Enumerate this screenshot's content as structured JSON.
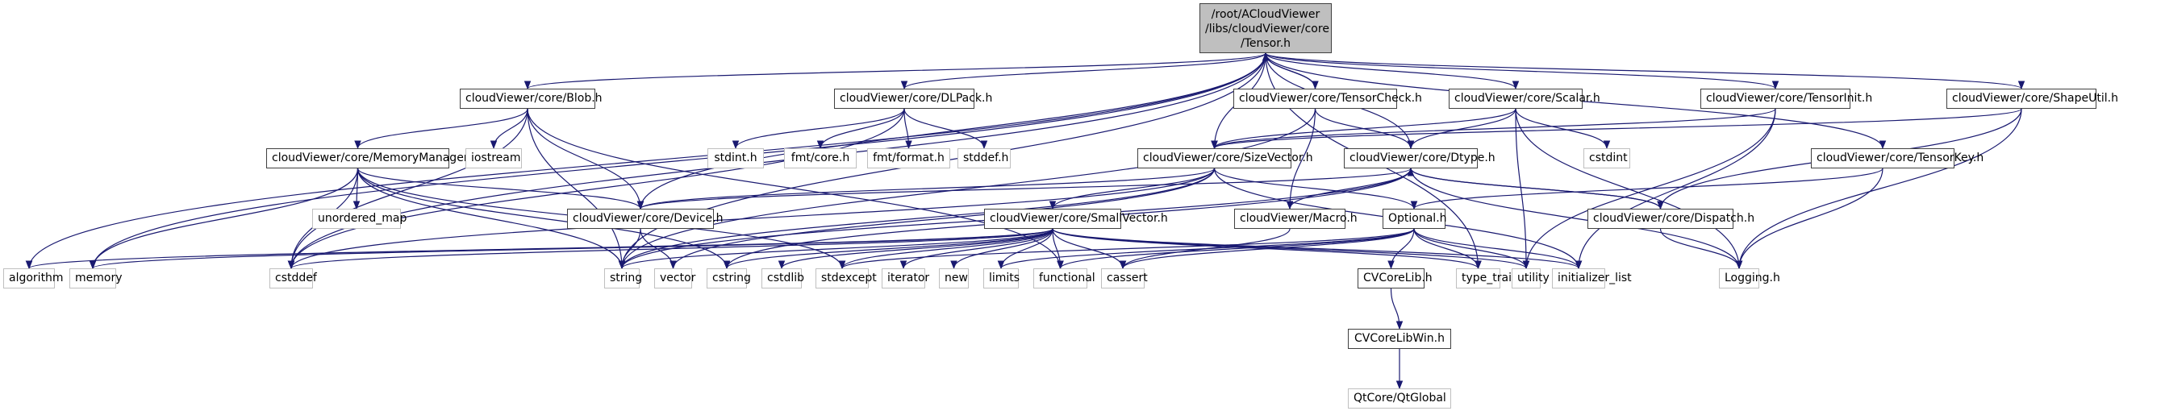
{
  "graph": {
    "type": "include-dependency-graph",
    "edge_color": "#191970",
    "root_fill": "#bfbfbf",
    "internal_border": "#404040",
    "external_border": "#bfbfbf",
    "nodes": [
      {
        "id": "tensor",
        "label": "/root/ACloudViewer /libs/cloudViewer/core /Tensor.h",
        "kind": "root"
      },
      {
        "id": "blob",
        "label": "cloudViewer/core/Blob.h",
        "kind": "internal"
      },
      {
        "id": "dlpack",
        "label": "cloudViewer/core/DLPack.h",
        "kind": "internal"
      },
      {
        "id": "tensorcheck",
        "label": "cloudViewer/core/TensorCheck.h",
        "kind": "internal"
      },
      {
        "id": "scalar",
        "label": "cloudViewer/core/Scalar.h",
        "kind": "internal"
      },
      {
        "id": "tensorinit",
        "label": "cloudViewer/core/TensorInit.h",
        "kind": "internal"
      },
      {
        "id": "shapeutil",
        "label": "cloudViewer/core/ShapeUtil.h",
        "kind": "internal"
      },
      {
        "id": "memorymanager",
        "label": "cloudViewer/core/MemoryManager.h",
        "kind": "internal"
      },
      {
        "id": "iostream",
        "label": "iostream",
        "kind": "external"
      },
      {
        "id": "stdint",
        "label": "stdint.h",
        "kind": "external"
      },
      {
        "id": "fmtcore",
        "label": "fmt/core.h",
        "kind": "external"
      },
      {
        "id": "fmtformat",
        "label": "fmt/format.h",
        "kind": "external"
      },
      {
        "id": "stddef",
        "label": "stddef.h",
        "kind": "external"
      },
      {
        "id": "sizevector",
        "label": "cloudViewer/core/SizeVector.h",
        "kind": "internal"
      },
      {
        "id": "dtype",
        "label": "cloudViewer/core/Dtype.h",
        "kind": "internal"
      },
      {
        "id": "cstdint",
        "label": "cstdint",
        "kind": "external"
      },
      {
        "id": "tensorkey",
        "label": "cloudViewer/core/TensorKey.h",
        "kind": "internal"
      },
      {
        "id": "unordered_map",
        "label": "unordered_map",
        "kind": "external"
      },
      {
        "id": "device",
        "label": "cloudViewer/core/Device.h",
        "kind": "internal"
      },
      {
        "id": "smallvector",
        "label": "cloudViewer/core/SmallVector.h",
        "kind": "internal"
      },
      {
        "id": "macro",
        "label": "cloudViewer/Macro.h",
        "kind": "internal"
      },
      {
        "id": "optional",
        "label": "Optional.h",
        "kind": "internal"
      },
      {
        "id": "dispatch",
        "label": "cloudViewer/core/Dispatch.h",
        "kind": "internal"
      },
      {
        "id": "algorithm",
        "label": "algorithm",
        "kind": "external"
      },
      {
        "id": "memory",
        "label": "memory",
        "kind": "external"
      },
      {
        "id": "cstddef",
        "label": "cstddef",
        "kind": "external"
      },
      {
        "id": "string",
        "label": "string",
        "kind": "external"
      },
      {
        "id": "vector",
        "label": "vector",
        "kind": "external"
      },
      {
        "id": "cstring",
        "label": "cstring",
        "kind": "external"
      },
      {
        "id": "cstdlib",
        "label": "cstdlib",
        "kind": "external"
      },
      {
        "id": "stdexcept",
        "label": "stdexcept",
        "kind": "external"
      },
      {
        "id": "iterator",
        "label": "iterator",
        "kind": "external"
      },
      {
        "id": "new",
        "label": "new",
        "kind": "external"
      },
      {
        "id": "limits",
        "label": "limits",
        "kind": "external"
      },
      {
        "id": "functional",
        "label": "functional",
        "kind": "external"
      },
      {
        "id": "cassert",
        "label": "cassert",
        "kind": "external"
      },
      {
        "id": "cvcorelib",
        "label": "CVCoreLib.h",
        "kind": "internal"
      },
      {
        "id": "type_traits",
        "label": "type_traits",
        "kind": "external"
      },
      {
        "id": "utility",
        "label": "utility",
        "kind": "external"
      },
      {
        "id": "initializer_list",
        "label": "initializer_list",
        "kind": "external"
      },
      {
        "id": "logging",
        "label": "Logging.h",
        "kind": "external"
      },
      {
        "id": "cvcorelibwin",
        "label": "CVCoreLibWin.h",
        "kind": "internal"
      },
      {
        "id": "qtglobal",
        "label": "QtCore/QtGlobal",
        "kind": "external"
      }
    ],
    "edges": [
      [
        "tensor",
        "blob"
      ],
      [
        "tensor",
        "dlpack"
      ],
      [
        "tensor",
        "tensorcheck"
      ],
      [
        "tensor",
        "scalar"
      ],
      [
        "tensor",
        "tensorinit"
      ],
      [
        "tensor",
        "shapeutil"
      ],
      [
        "tensor",
        "sizevector"
      ],
      [
        "tensor",
        "dtype"
      ],
      [
        "tensor",
        "tensorkey"
      ],
      [
        "tensor",
        "device"
      ],
      [
        "tensor",
        "algorithm"
      ],
      [
        "tensor",
        "memory"
      ],
      [
        "tensor",
        "cstddef"
      ],
      [
        "tensor",
        "string"
      ],
      [
        "tensor",
        "type_traits"
      ],
      [
        "tensorcheck",
        "tensor"
      ],
      [
        "blob",
        "memorymanager"
      ],
      [
        "blob",
        "iostream"
      ],
      [
        "blob",
        "device"
      ],
      [
        "blob",
        "functional"
      ],
      [
        "blob",
        "cstddef"
      ],
      [
        "blob",
        "string"
      ],
      [
        "dlpack",
        "stdint"
      ],
      [
        "dlpack",
        "fmtcore"
      ],
      [
        "dlpack",
        "fmtformat"
      ],
      [
        "dlpack",
        "stddef"
      ],
      [
        "dlpack",
        "cstddef"
      ],
      [
        "tensorcheck",
        "dtype"
      ],
      [
        "tensorcheck",
        "macro"
      ],
      [
        "tensorcheck",
        "string"
      ],
      [
        "scalar",
        "dtype"
      ],
      [
        "scalar",
        "cstdint"
      ],
      [
        "scalar",
        "logging"
      ],
      [
        "scalar",
        "sizevector"
      ],
      [
        "scalar",
        "utility"
      ],
      [
        "tensorinit",
        "sizevector"
      ],
      [
        "tensorinit",
        "initializer_list"
      ],
      [
        "tensorinit",
        "utility"
      ],
      [
        "shapeutil",
        "sizevector"
      ],
      [
        "shapeutil",
        "logging"
      ],
      [
        "shapeutil",
        "dispatch"
      ],
      [
        "memorymanager",
        "unordered_map"
      ],
      [
        "memorymanager",
        "device"
      ],
      [
        "memorymanager",
        "memory"
      ],
      [
        "memorymanager",
        "cstddef"
      ],
      [
        "memorymanager",
        "string"
      ],
      [
        "memorymanager",
        "cstring"
      ],
      [
        "memorymanager",
        "stdexcept"
      ],
      [
        "sizevector",
        "smallvector"
      ],
      [
        "sizevector",
        "optional"
      ],
      [
        "sizevector",
        "string"
      ],
      [
        "sizevector",
        "vector"
      ],
      [
        "sizevector",
        "cstddef"
      ],
      [
        "sizevector",
        "initializer_list"
      ],
      [
        "sizevector",
        "device"
      ],
      [
        "dtype",
        "macro"
      ],
      [
        "dtype",
        "dispatch"
      ],
      [
        "dtype",
        "device"
      ],
      [
        "dtype",
        "string"
      ],
      [
        "dtype",
        "cstring"
      ],
      [
        "dtype",
        "logging"
      ],
      [
        "dispatch",
        "dtype"
      ],
      [
        "dispatch",
        "logging"
      ],
      [
        "tensorkey",
        "optional"
      ],
      [
        "tensorkey",
        "logging"
      ],
      [
        "device",
        "string"
      ],
      [
        "device",
        "vector"
      ],
      [
        "smallvector",
        "algorithm"
      ],
      [
        "smallvector",
        "memory"
      ],
      [
        "smallvector",
        "cstddef"
      ],
      [
        "smallvector",
        "string"
      ],
      [
        "smallvector",
        "cstring"
      ],
      [
        "smallvector",
        "cstdlib"
      ],
      [
        "smallvector",
        "stdexcept"
      ],
      [
        "smallvector",
        "iterator"
      ],
      [
        "smallvector",
        "new"
      ],
      [
        "smallvector",
        "limits"
      ],
      [
        "smallvector",
        "functional"
      ],
      [
        "smallvector",
        "cassert"
      ],
      [
        "smallvector",
        "type_traits"
      ],
      [
        "smallvector",
        "utility"
      ],
      [
        "smallvector",
        "initializer_list"
      ],
      [
        "macro",
        "cassert"
      ],
      [
        "optional",
        "cvcorelib"
      ],
      [
        "optional",
        "type_traits"
      ],
      [
        "optional",
        "utility"
      ],
      [
        "optional",
        "initializer_list"
      ],
      [
        "optional",
        "cassert"
      ],
      [
        "optional",
        "functional"
      ],
      [
        "optional",
        "limits"
      ],
      [
        "optional",
        "stdexcept"
      ],
      [
        "cvcorelib",
        "cvcorelibwin"
      ],
      [
        "cvcorelibwin",
        "qtglobal"
      ]
    ]
  }
}
